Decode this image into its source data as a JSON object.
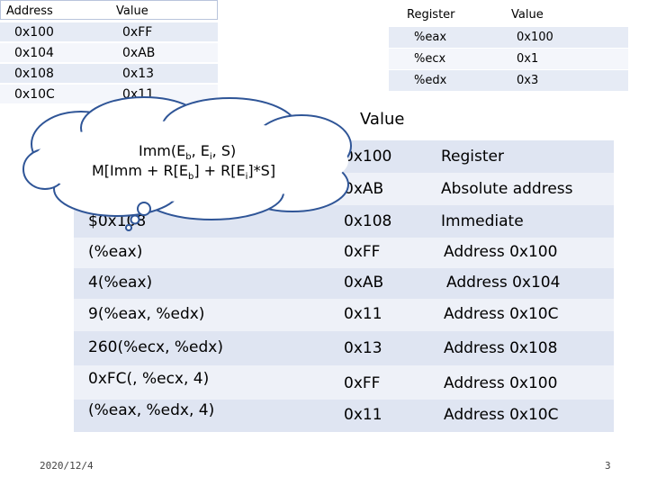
{
  "memory_table": {
    "headers": [
      "Address",
      "Value"
    ],
    "rows": [
      {
        "address": "0x100",
        "value": "0xFF"
      },
      {
        "address": "0x104",
        "value": "0xAB"
      },
      {
        "address": "0x108",
        "value": "0x13"
      },
      {
        "address": "0x10C",
        "value": "0x11"
      }
    ]
  },
  "register_table": {
    "headers": [
      "Register",
      "Value"
    ],
    "rows": [
      {
        "register": "%eax",
        "value": "0x100"
      },
      {
        "register": "%ecx",
        "value": "0x1"
      },
      {
        "register": "%edx",
        "value": "0x3"
      }
    ]
  },
  "operand_table": {
    "header_value": "Value",
    "rows": [
      {
        "operand": "",
        "value": "0x100",
        "comment": "Register"
      },
      {
        "operand": "",
        "value": "0xAB",
        "comment": "Absolute address"
      },
      {
        "operand": "$0x108",
        "value": "0x108",
        "comment": "Immediate"
      },
      {
        "operand": "(%eax)",
        "value": "0xFF",
        "comment": "Address 0x100"
      },
      {
        "operand": "4(%eax)",
        "value": "0xAB",
        "comment": "Address 0x104"
      },
      {
        "operand": "9(%eax, %edx)",
        "value": "0x11",
        "comment": "Address 0x10C"
      },
      {
        "operand": "260(%ecx, %edx)",
        "value": "0x13",
        "comment": "Address 0x108"
      },
      {
        "operand": "0xFC(, %ecx, 4)",
        "value": "0xFF",
        "comment": "Address 0x100"
      },
      {
        "operand": "(%eax, %edx, 4)",
        "value": "0x11",
        "comment": "Address 0x10C"
      }
    ]
  },
  "callout": {
    "line1_main": "Imm(E",
    "line1_sub_b": "b",
    "line1_mid": ", E",
    "line1_sub_i": "i",
    "line1_end": ", S)",
    "line2_main": "M[Imm + R[E",
    "line2_sub_b": "b",
    "line2_mid": "] + R[E",
    "line2_sub_i": "i",
    "line2_end": "]*S]"
  },
  "footer": {
    "date": "2020/12/4",
    "page": "3"
  },
  "colors": {
    "table_band": "#e6ebf5",
    "table_border": "#b9c4dc",
    "cloud_stroke": "#2f5597"
  }
}
